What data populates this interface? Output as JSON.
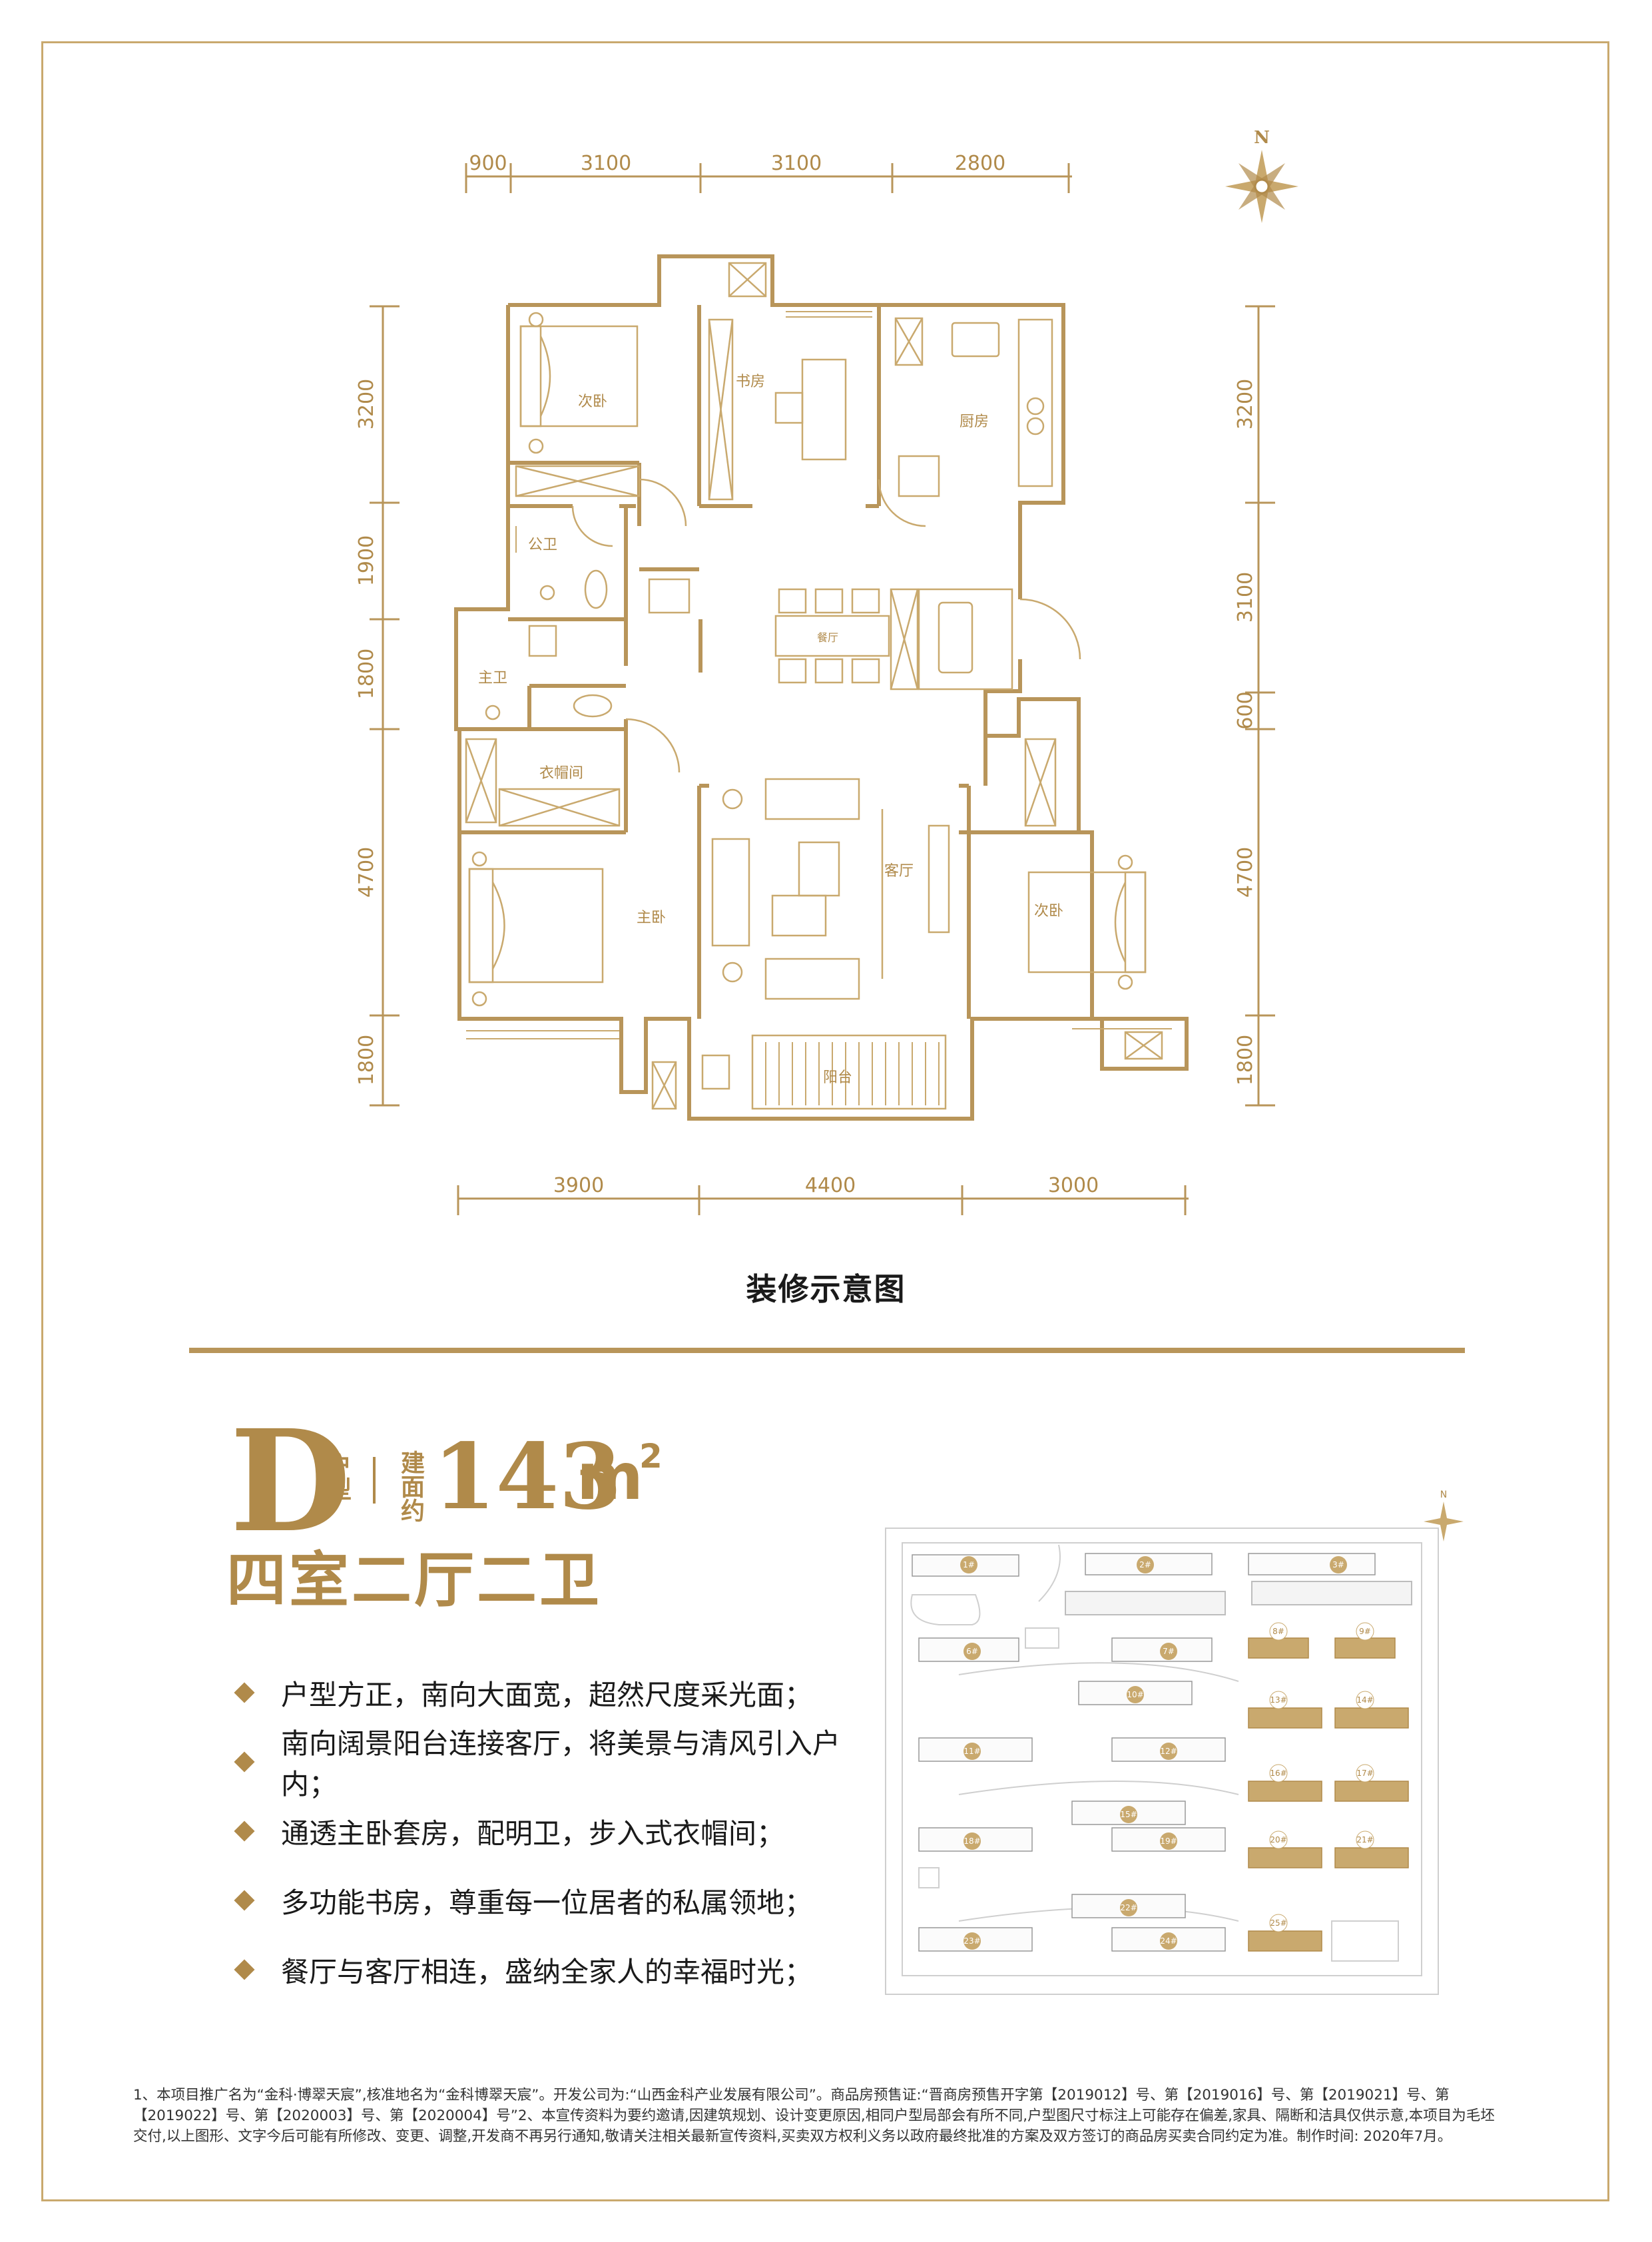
{
  "floor_plan": {
    "top_dimensions": [
      "900",
      "3100",
      "3100",
      "2800"
    ],
    "bottom_dimensions": [
      "3900",
      "4400",
      "3000"
    ],
    "left_dimensions": [
      "3200",
      "1900",
      "1800",
      "4700",
      "1800"
    ],
    "right_dimensions": [
      "3200",
      "3100",
      "600",
      "4700",
      "1800"
    ],
    "compass": "N",
    "rooms": {
      "bedroom_nw": "次卧",
      "study": "书房",
      "kitchen": "厨房",
      "public_bath": "公卫",
      "master_bath": "主卫",
      "dining": "餐厅",
      "closet": "衣帽间",
      "master_bedroom": "主卧",
      "living": "客厅",
      "bedroom_se": "次卧",
      "balcony": "阳台"
    },
    "caption": "装修示意图"
  },
  "unit": {
    "letter": "D",
    "type_label": "户型",
    "area_label": "建面约",
    "area_value": "143",
    "area_unit": "m",
    "area_sup": "2",
    "layout": "四室二厅二卫"
  },
  "features": [
    "户型方正，南向大面宽，超然尺度采光面；",
    "南向阔景阳台连接客厅，将美景与清风引入户内；",
    "通透主卧套房，配明卫，步入式衣帽间；",
    "多功能书房，尊重每一位居者的私属领地；",
    "餐厅与客厅相连，盛纳全家人的幸福时光；"
  ],
  "site_plan": {
    "compass": "N",
    "buildings": [
      "1#",
      "2#",
      "3#",
      "6#",
      "7#",
      "8#",
      "9#",
      "10#",
      "11#",
      "12#",
      "13#",
      "14#",
      "15#",
      "16#",
      "17#",
      "18#",
      "19#",
      "20#",
      "21#",
      "22#",
      "23#",
      "24#",
      "25#"
    ]
  },
  "footnote": "1、本项目推广名为“金科·博翠天宸”,核准地名为“金科博翠天宸”。开发公司为:“山西金科产业发展有限公司”。商品房预售证:“晋商房预售开字第【2019012】号、第【2019016】号、第【2019021】号、第【2019022】号、第【2020003】号、第【2020004】号”2、本宣传资料为要约邀请,因建筑规划、设计变更原因,相同户型局部会有所不同,户型图尺寸标注上可能存在偏差,家具、隔断和洁具仅供示意,本项目为毛坯交付,以上图形、文字今后可能有所修改、变更、调整,开发商不再另行通知,敬请关注相关最新宣传资料,买卖双方权利义务以政府最终批准的方案及双方签订的商品房买卖合同约定为准。制作时间: 2020年7月。",
  "colors": {
    "gold": "#b08a4a",
    "text": "#1a1a1a"
  }
}
